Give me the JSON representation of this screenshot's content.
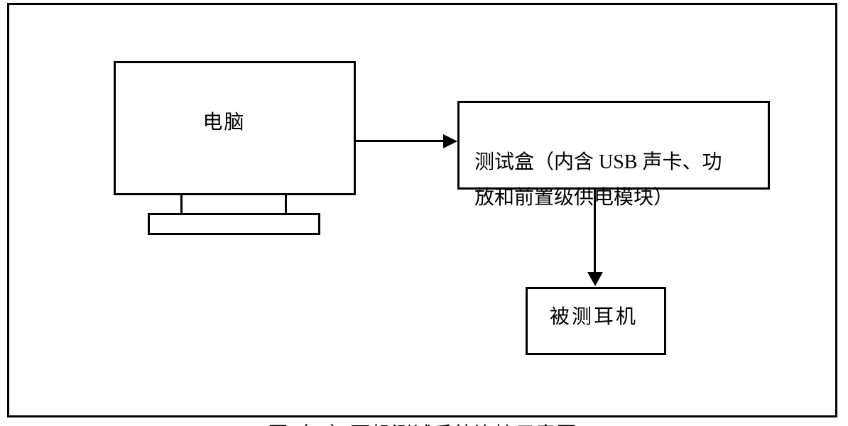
{
  "diagram": {
    "type": "flowchart",
    "colors": {
      "line": "#000000",
      "background": "#ffffff"
    },
    "nodes": [
      {
        "id": "computer",
        "label": "电脑",
        "shape": "monitor-with-stand"
      },
      {
        "id": "test_box",
        "label": "测试盒（内含 USB 声卡、功\n放和前置级供电模块）",
        "label_single_line": "测试盒（内含 USB 声卡、功放和前置级供电模块）",
        "shape": "rectangle"
      },
      {
        "id": "headphone_under_test",
        "label": "被测耳机",
        "shape": "rectangle"
      }
    ],
    "edges": [
      {
        "from": "computer",
        "to": "test_box",
        "direction": "right",
        "style": "arrow"
      },
      {
        "from": "test_box",
        "to": "headphone_under_test",
        "direction": "down",
        "style": "arrow"
      }
    ],
    "caption": "图（一）耳机测试系统连接示意图",
    "caption_note_visible_part": "top edge of caption glyphs only (clipped at bottom of image)"
  }
}
